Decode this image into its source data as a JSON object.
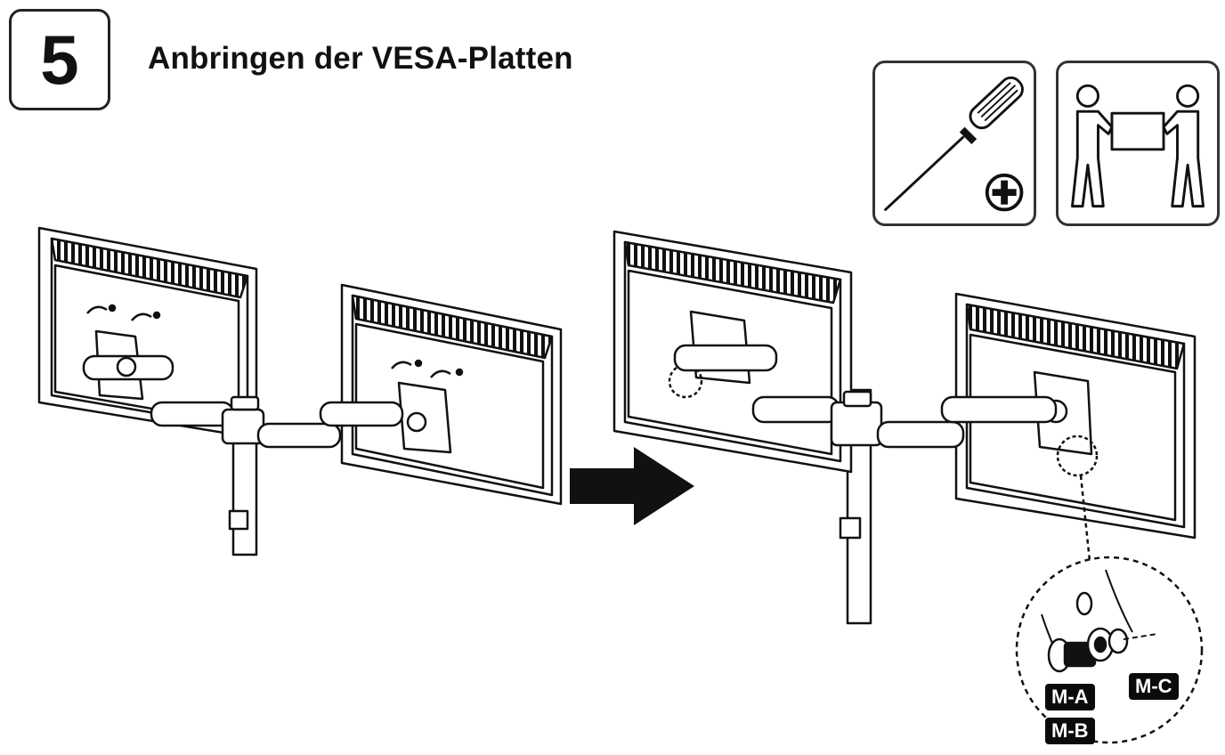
{
  "step": {
    "number": "5",
    "title": "Anbringen der VESA-Platten"
  },
  "tools": [
    {
      "icon": "phillips-screwdriver-icon"
    },
    {
      "icon": "two-person-lift-icon"
    }
  ],
  "parts": {
    "screw": "M-A",
    "washer": "M-B",
    "spacer": "M-C"
  },
  "colors": {
    "ink": "#111111",
    "label_bg": "#0b0b0b",
    "label_text": "#ffffff"
  }
}
